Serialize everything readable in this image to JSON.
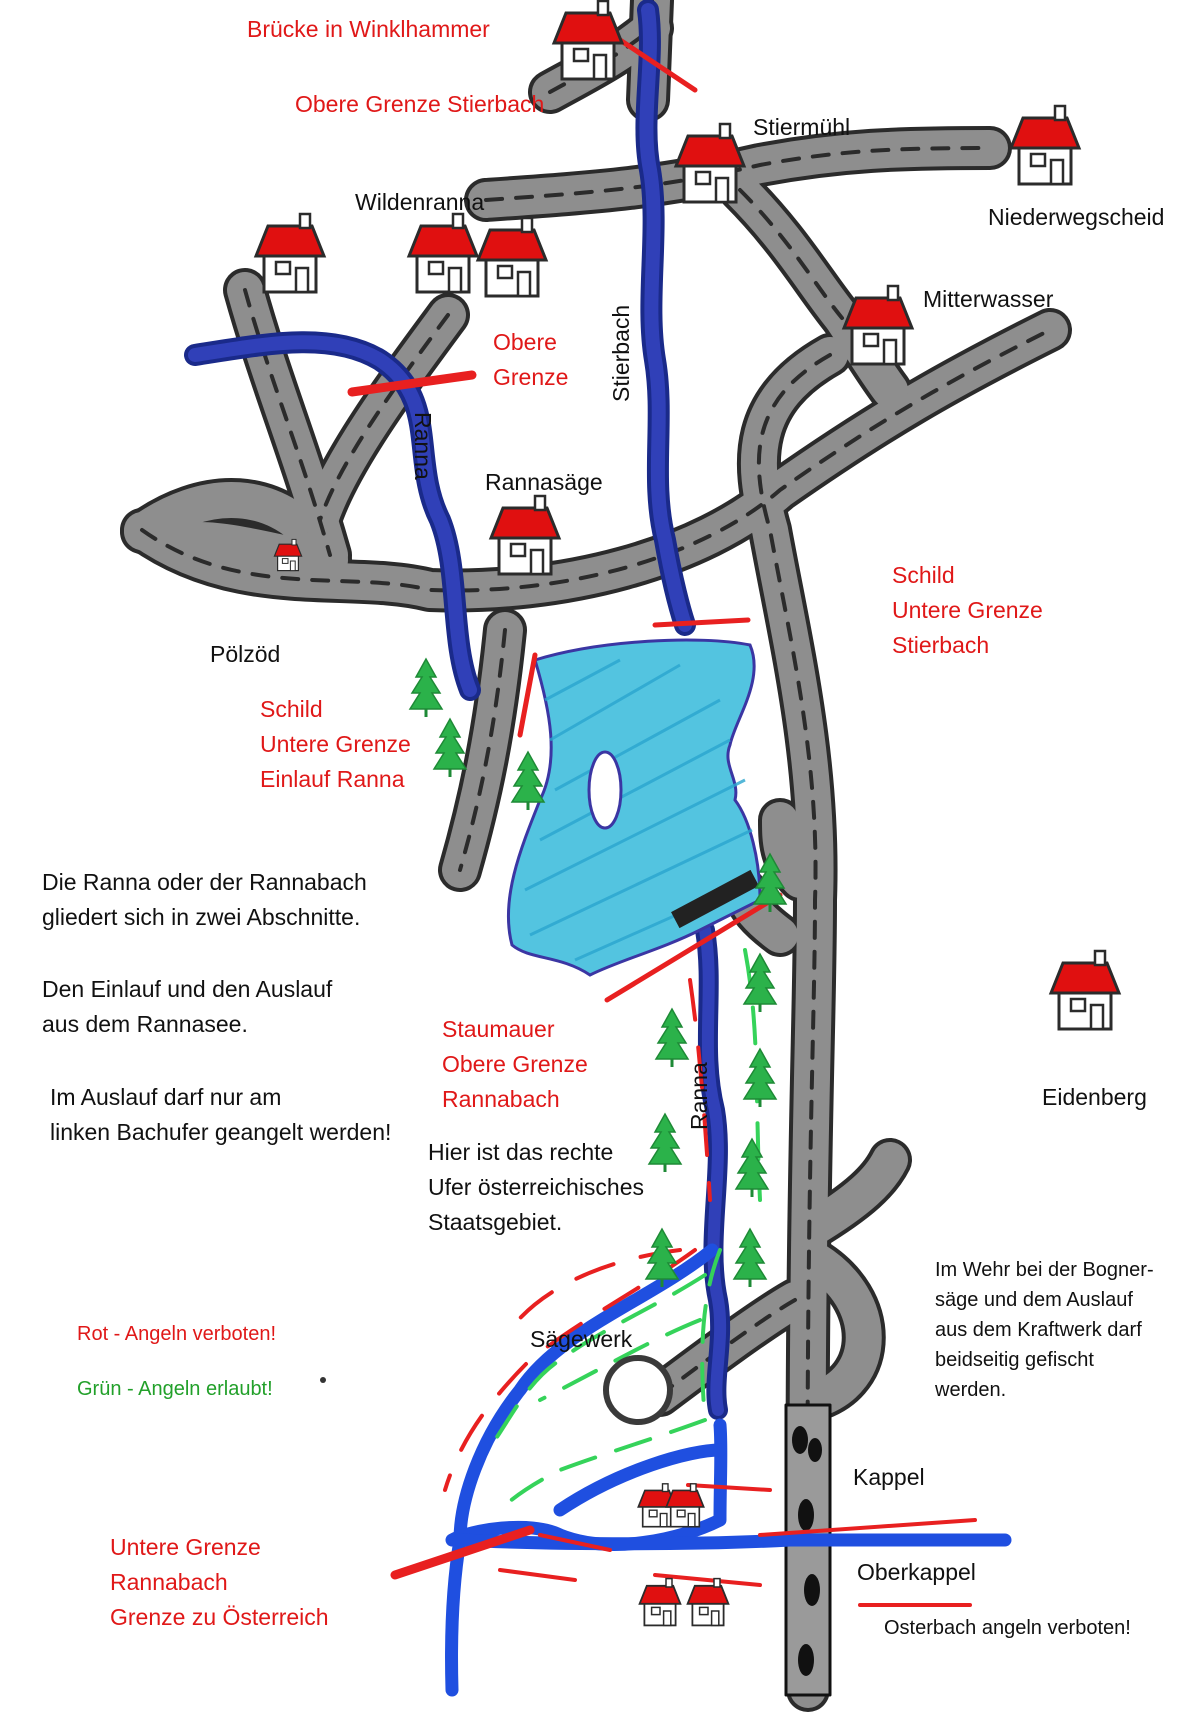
{
  "colors": {
    "road": "#8e8e8e",
    "road_edge": "#2b2b2b",
    "river": "#2a3aa8",
    "lake": "#4fc3dd",
    "lake_edge": "#3a3aa0",
    "channel": "#1f4fe0",
    "roof": "#e01010",
    "tree": "#2bb24a",
    "forbidden": "#e82020",
    "allowed": "#35d35a",
    "label_red": "#e01818",
    "label_black": "#111111"
  },
  "places": {
    "winklhammer": "Brücke in Winklhammer",
    "obere_grenze_stierbach": "Obere Grenze Stierbach",
    "stiermuehl": "Stiermühl",
    "wildenranna": "Wildenranna",
    "niederwegscheid": "Niederwegscheid",
    "mitterwasser": "Mitterwasser",
    "obere_grenze": "Obere\nGrenze",
    "ranna_river": "Ranna",
    "stierbach_river": "Stierbach",
    "rannasaege": "Rannasäge",
    "schild_stierbach": "Schild\nUntere Grenze\nStierbach",
    "poelzoed": "Pölzöd",
    "schild_ranna": "Schild\nUntere Grenze\nEinlauf Ranna",
    "staumauer": "Staumauer\nObere Grenze\nRannabach",
    "eidenberg": "Eidenberg",
    "ranna_lower": "Ranna",
    "saegewerk": "Sägewerk",
    "kappel": "Kappel",
    "oberkappel": "Oberkappel",
    "untere_grenze": "Untere Grenze\nRannabach\nGrenze zu Österreich"
  },
  "notes": {
    "intro": "Die Ranna oder der Rannabach\ngliedert sich in zwei Abschnitte.",
    "sections": "Den Einlauf und den Auslauf\naus dem Rannasee.",
    "left_bank": "Im Auslauf darf nur am\nlinken Bachufer geangelt werden!",
    "right_bank": "Hier ist das rechte\nUfer österreichisches\nStaatsgebiet.",
    "weir": "Im Wehr bei der Bogner-\nsäge und dem Auslauf\naus dem Kraftwerk darf\nbeidseitig gefischt\nwerden.",
    "osterbach": "Osterbach angeln verboten!"
  },
  "legend": {
    "red": "Rot - Angeln verboten!",
    "green": "Grün - Angeln erlaubt!"
  }
}
